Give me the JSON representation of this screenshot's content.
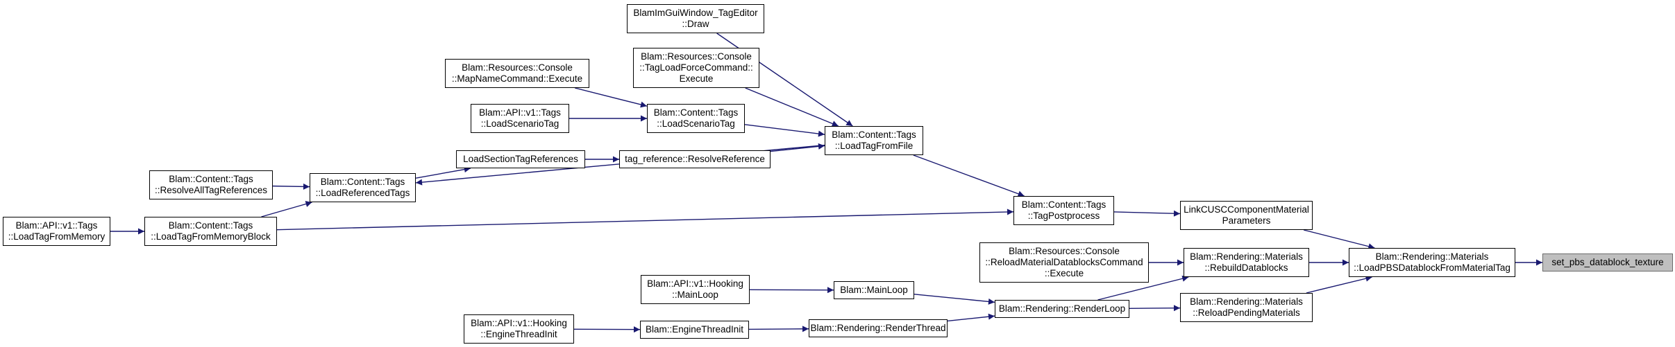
{
  "graph": {
    "root": "set_pbs_datablock_texture",
    "nodes": [
      {
        "id": "n_root",
        "lines": [
          "set_pbs_datablock_texture"
        ],
        "root": true
      },
      {
        "id": "n_loadpbs",
        "lines": [
          "Blam::Rendering::Materials",
          "::LoadPBSDatablockFromMaterialTag"
        ]
      },
      {
        "id": "n_linkcusc",
        "lines": [
          "LinkCUSCComponentMaterial",
          "Parameters"
        ]
      },
      {
        "id": "n_rebuild",
        "lines": [
          "Blam::Rendering::Materials",
          "::RebuildDatablocks"
        ]
      },
      {
        "id": "n_reloadpending",
        "lines": [
          "Blam::Rendering::Materials",
          "::ReloadPendingMaterials"
        ]
      },
      {
        "id": "n_tagpost",
        "lines": [
          "Blam::Content::Tags",
          "::TagPostprocess"
        ]
      },
      {
        "id": "n_reloadcmd",
        "lines": [
          "Blam::Resources::Console",
          "::ReloadMaterialDatablocksCommand",
          "::Execute"
        ]
      },
      {
        "id": "n_renderloop",
        "lines": [
          "Blam::Rendering::RenderLoop"
        ]
      },
      {
        "id": "n_loadtagfromfile",
        "lines": [
          "Blam::Content::Tags",
          "::LoadTagFromFile"
        ]
      },
      {
        "id": "n_mainloop",
        "lines": [
          "Blam::MainLoop"
        ]
      },
      {
        "id": "n_renderthread",
        "lines": [
          "Blam::Rendering::RenderThread"
        ]
      },
      {
        "id": "n_tageditor",
        "lines": [
          "BlamImGuiWindow_TagEditor",
          "::Draw"
        ]
      },
      {
        "id": "n_tagloadforce",
        "lines": [
          "Blam::Resources::Console",
          "::TagLoadForceCommand::",
          "Execute"
        ]
      },
      {
        "id": "n_loadscenario",
        "lines": [
          "Blam::Content::Tags",
          "::LoadScenarioTag"
        ]
      },
      {
        "id": "n_resolveref",
        "lines": [
          "tag_reference::ResolveReference"
        ]
      },
      {
        "id": "n_loadreferenced",
        "lines": [
          "Blam::Content::Tags",
          "::LoadReferencedTags"
        ]
      },
      {
        "id": "n_hookmainloop",
        "lines": [
          "Blam::API::v1::Hooking",
          "::MainLoop"
        ]
      },
      {
        "id": "n_enginethreadinit",
        "lines": [
          "Blam::EngineThreadInit"
        ]
      },
      {
        "id": "n_hookengine",
        "lines": [
          "Blam::API::v1::Hooking",
          "::EngineThreadInit"
        ]
      },
      {
        "id": "n_mapname",
        "lines": [
          "Blam::Resources::Console",
          "::MapNameCommand::Execute"
        ]
      },
      {
        "id": "n_apiloadscenario",
        "lines": [
          "Blam::API::v1::Tags",
          "::LoadScenarioTag"
        ]
      },
      {
        "id": "n_loadsection",
        "lines": [
          "LoadSectionTagReferences"
        ]
      },
      {
        "id": "n_resolveall",
        "lines": [
          "Blam::Content::Tags",
          "::ResolveAllTagReferences"
        ]
      },
      {
        "id": "n_loadfrommemblock",
        "lines": [
          "Blam::Content::Tags",
          "::LoadTagFromMemoryBlock"
        ]
      },
      {
        "id": "n_apiloadfrommem",
        "lines": [
          "Blam::API::v1::Tags",
          "::LoadTagFromMemory"
        ]
      }
    ],
    "edges": [
      [
        "n_loadpbs",
        "n_root"
      ],
      [
        "n_linkcusc",
        "n_loadpbs"
      ],
      [
        "n_rebuild",
        "n_loadpbs"
      ],
      [
        "n_reloadpending",
        "n_loadpbs"
      ],
      [
        "n_tagpost",
        "n_linkcusc"
      ],
      [
        "n_reloadcmd",
        "n_rebuild"
      ],
      [
        "n_renderloop",
        "n_rebuild"
      ],
      [
        "n_renderloop",
        "n_reloadpending"
      ],
      [
        "n_loadtagfromfile",
        "n_tagpost"
      ],
      [
        "n_loadfrommemblock",
        "n_tagpost"
      ],
      [
        "n_mainloop",
        "n_renderloop"
      ],
      [
        "n_renderthread",
        "n_renderloop"
      ],
      [
        "n_hookmainloop",
        "n_mainloop"
      ],
      [
        "n_enginethreadinit",
        "n_renderthread"
      ],
      [
        "n_hookengine",
        "n_enginethreadinit"
      ],
      [
        "n_tageditor",
        "n_loadtagfromfile"
      ],
      [
        "n_tagloadforce",
        "n_loadtagfromfile"
      ],
      [
        "n_loadscenario",
        "n_loadtagfromfile"
      ],
      [
        "n_resolveref",
        "n_loadtagfromfile"
      ],
      [
        "n_loadtagfromfile",
        "n_loadreferenced"
      ],
      [
        "n_mapname",
        "n_loadscenario"
      ],
      [
        "n_apiloadscenario",
        "n_loadscenario"
      ],
      [
        "n_loadsection",
        "n_resolveref"
      ],
      [
        "n_loadreferenced",
        "n_loadsection"
      ],
      [
        "n_resolveall",
        "n_loadreferenced"
      ],
      [
        "n_loadfrommemblock",
        "n_loadreferenced"
      ],
      [
        "n_apiloadfrommem",
        "n_loadfrommemblock"
      ]
    ],
    "colors": {
      "edge": "#191970",
      "node_border": "#000000",
      "root_fill": "#bfbfbf",
      "root_border": "#6b6b6b"
    }
  }
}
